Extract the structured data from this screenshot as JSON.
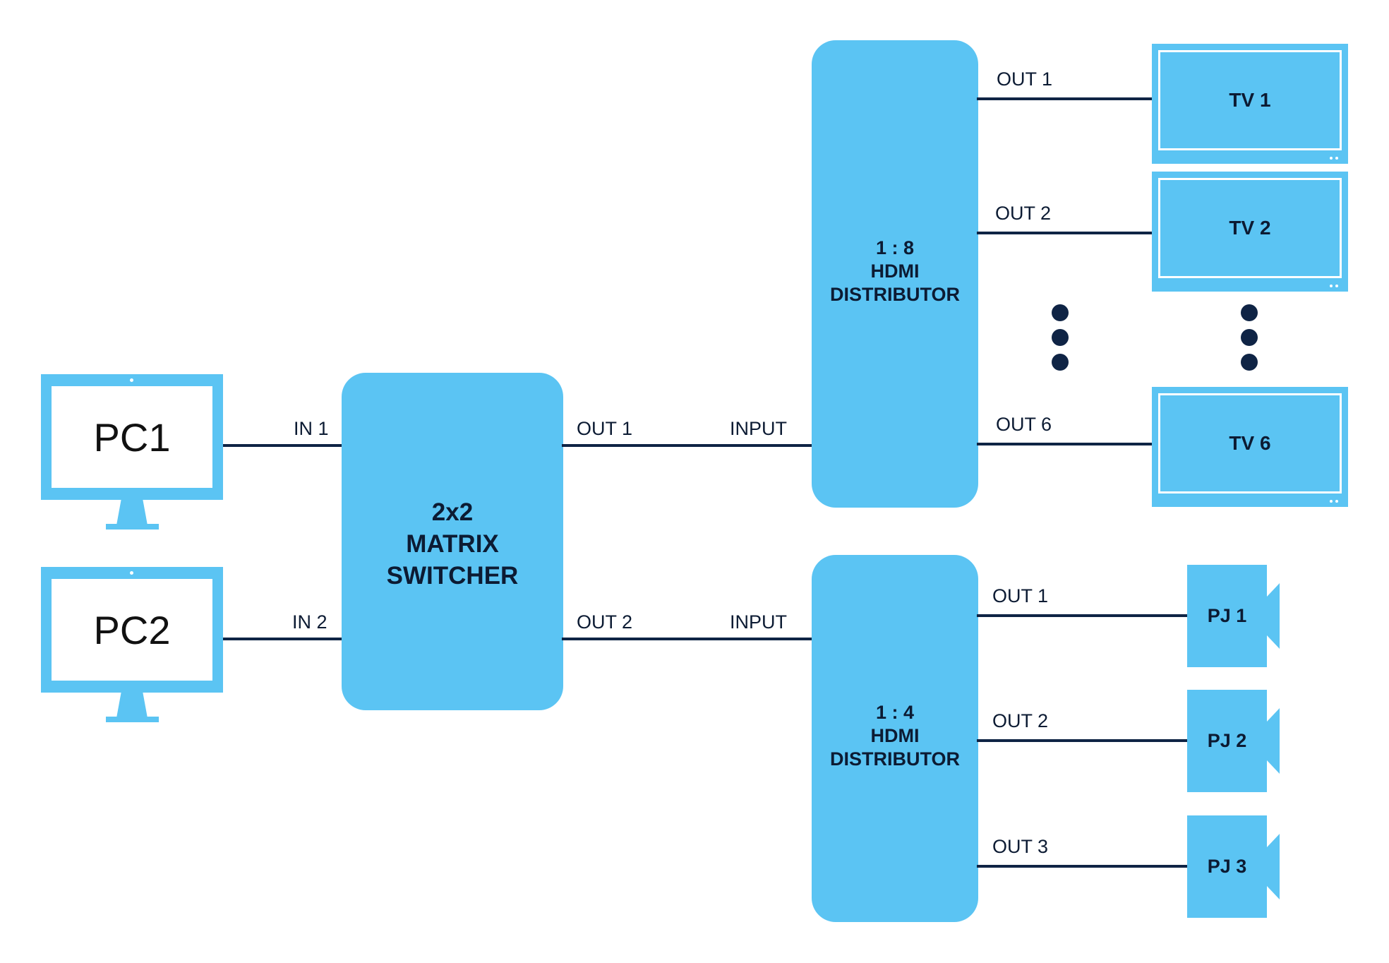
{
  "diagram": {
    "sources": [
      {
        "label": "PC1",
        "port": "IN 1"
      },
      {
        "label": "PC2",
        "port": "IN 2"
      }
    ],
    "switcher": {
      "lines": [
        "2x2",
        "MATRIX",
        "SWITCHER"
      ],
      "out1": "OUT 1",
      "out2": "OUT 2"
    },
    "distributor_top": {
      "lines": [
        "1 : 8",
        "HDMI",
        "DISTRIBUTOR"
      ],
      "input": "INPUT",
      "outputs": [
        "OUT 1",
        "OUT 2",
        "OUT 6"
      ]
    },
    "distributor_bottom": {
      "lines": [
        "1 : 4",
        "HDMI",
        "DISTRIBUTOR"
      ],
      "input": "INPUT",
      "outputs": [
        "OUT 1",
        "OUT 2",
        "OUT 3"
      ]
    },
    "tvs": [
      "TV 1",
      "TV 2",
      "TV 6"
    ],
    "projectors": [
      "PJ 1",
      "PJ 2",
      "PJ 3"
    ]
  },
  "colors": {
    "device_fill": "#5bc4f3",
    "line": "#0f2445",
    "text": "#0c1b33"
  }
}
